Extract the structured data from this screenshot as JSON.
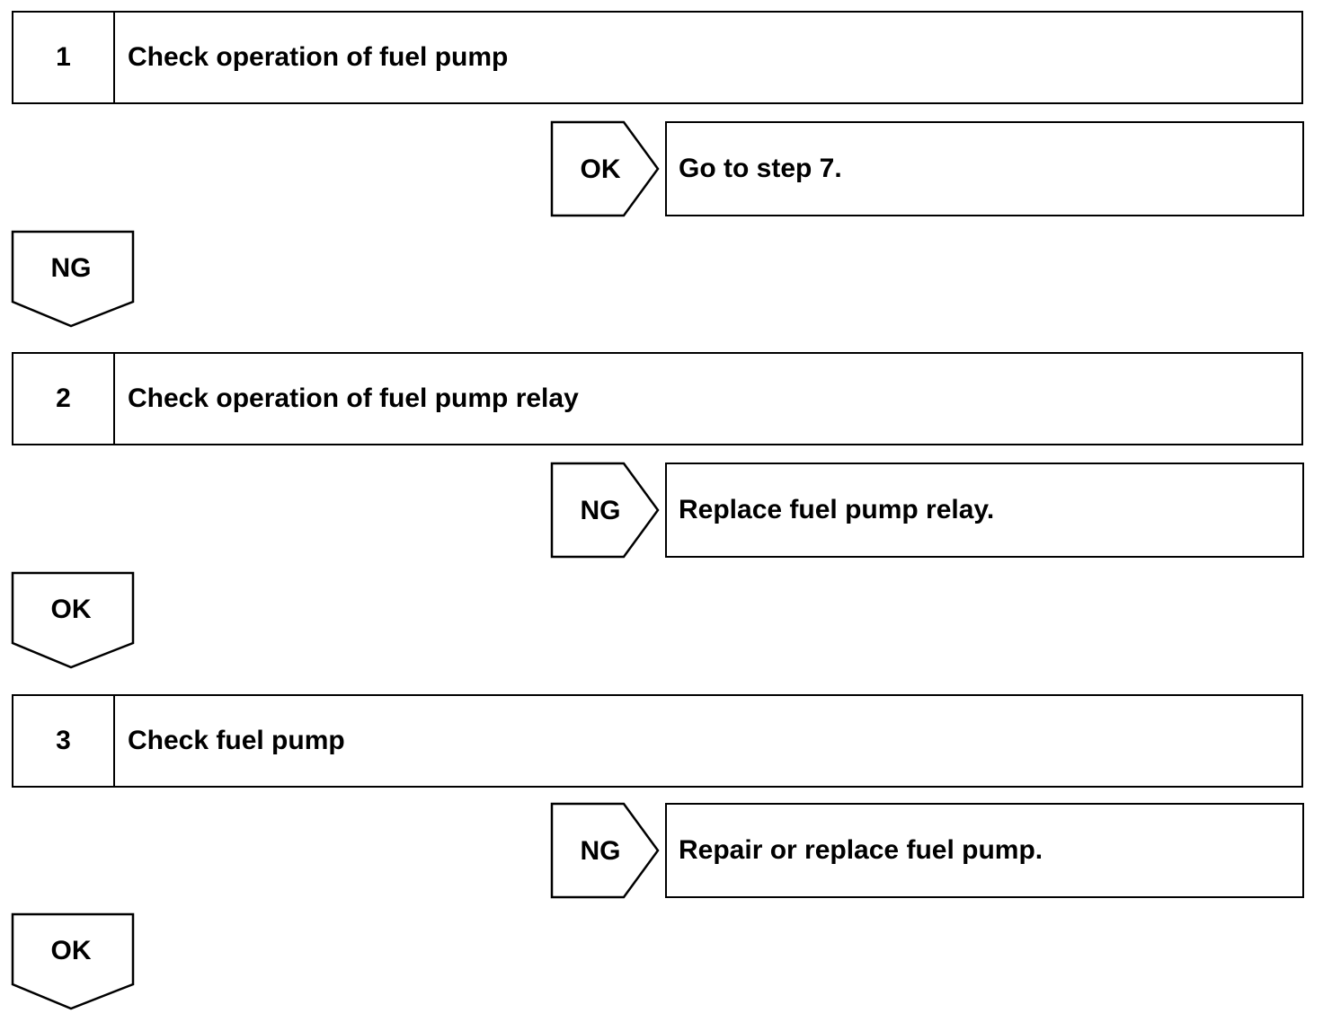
{
  "steps": [
    {
      "number": "1",
      "title": "Check operation of fuel pump"
    },
    {
      "number": "2",
      "title": "Check operation of fuel pump relay"
    },
    {
      "number": "3",
      "title": "Check fuel pump"
    }
  ],
  "branches": [
    {
      "result": "OK",
      "action": "Go to step 7."
    },
    {
      "result": "NG",
      "action": "Replace fuel pump relay."
    },
    {
      "result": "NG",
      "action": "Repair or replace fuel pump."
    }
  ],
  "continue_arrows": [
    "NG",
    "OK",
    "OK"
  ]
}
